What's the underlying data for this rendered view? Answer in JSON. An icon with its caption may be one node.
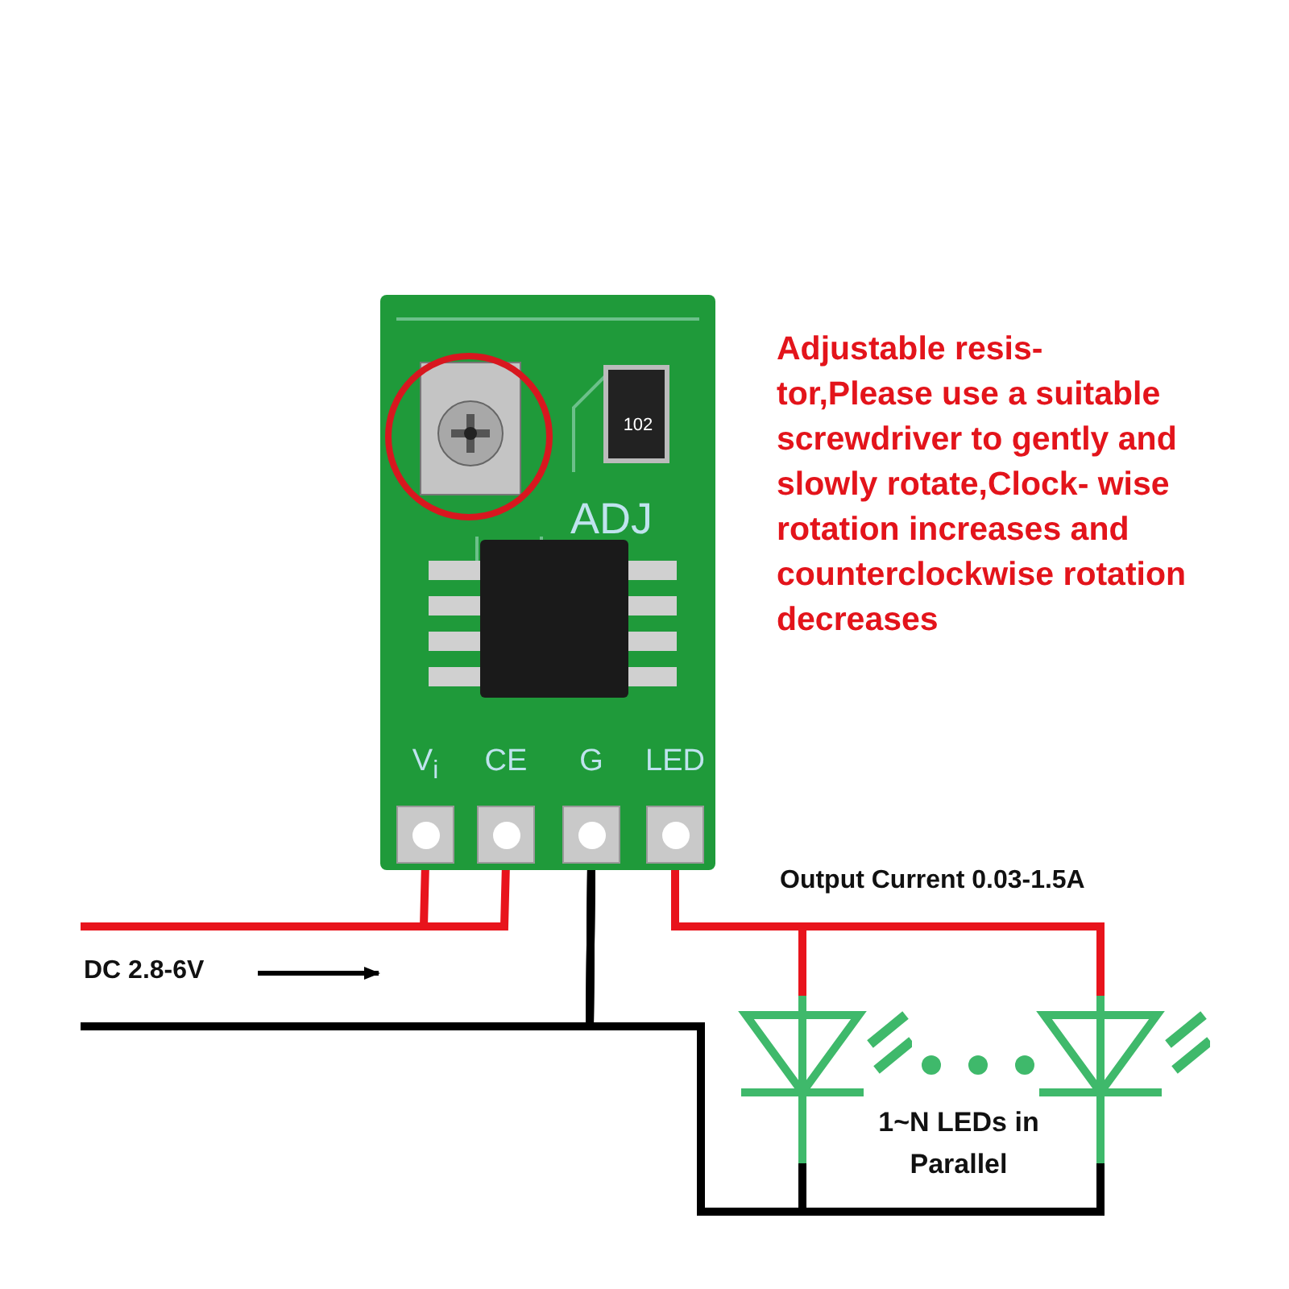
{
  "diagram": {
    "nodes": [
      {
        "text": [],
        "shape": "picture"
      },
      {
        "text": [
          "V$_{i}$"
        ],
        "in": 0
      },
      {
        "text": [
          "CE"
        ],
        "in": 0
      },
      {
        "text": [
          "G"
        ],
        "in": 0
      },
      {
        "text": [
          "LED"
        ],
        "in": 0
      },
      {
        "text": [],
        "shape": "diode"
      },
      {
        "text": [],
        "shape": "diode"
      }
    ],
    "edges": [
      {
        "from": 1,
        "to": null,
        "arrow": "none"
      },
      {
        "from": 2,
        "to": null,
        "arrow": "none"
      },
      {
        "from": 3,
        "to": null,
        "arrow": "none",
        "color": "#000000"
      },
      {
        "from": 4,
        "to": 5,
        "arrow": "none"
      },
      {
        "from": 4,
        "to": 6,
        "arrow": "none"
      },
      {
        "from": 5,
        "to": 3,
        "arrow": "none",
        "color": "#000000"
      },
      {
        "from": 6,
        "to": 3,
        "arrow": "none",
        "color": "#000000"
      }
    ],
    "labels": [
      "Adjustable resis- tor,Please use a suitable screwdriver to gently and slowly rotate,Clock- wise rotation increases and counterclockwise rotation decreases",
      "102",
      "ADJ",
      "Output Current 0.03-1.5A",
      "DC 2.8-6V",
      "1~N LEDs in Parallel"
    ]
  }
}
